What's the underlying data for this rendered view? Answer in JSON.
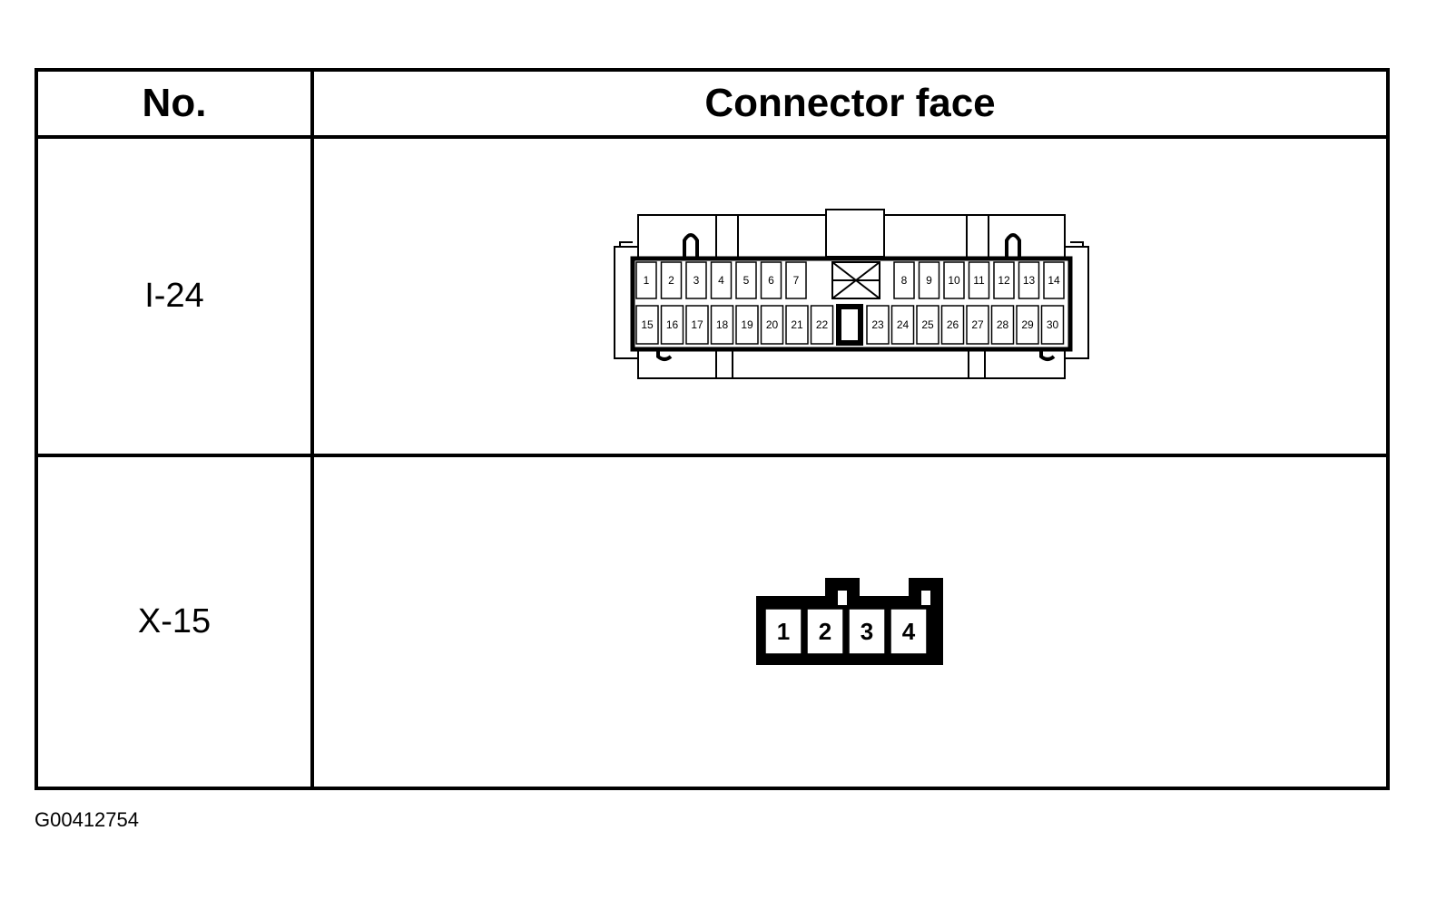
{
  "header": {
    "no_label": "No.",
    "face_label": "Connector face"
  },
  "connectors": [
    {
      "no": "I-24",
      "pins_top": [
        "1",
        "2",
        "3",
        "4",
        "5",
        "6",
        "7",
        "8",
        "9",
        "10",
        "11",
        "12",
        "13",
        "14"
      ],
      "pins_bottom": [
        "15",
        "16",
        "17",
        "18",
        "19",
        "20",
        "21",
        "22",
        "23",
        "24",
        "25",
        "26",
        "27",
        "28",
        "29",
        "30"
      ]
    },
    {
      "no": "X-15",
      "pins": [
        "1",
        "2",
        "3",
        "4"
      ]
    }
  ],
  "figure_id": "G00412754"
}
